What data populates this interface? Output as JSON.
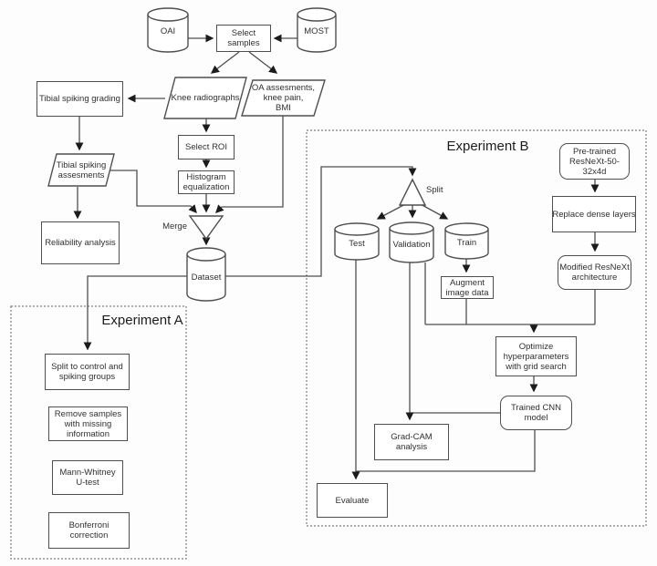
{
  "regions": {
    "experiment_a": {
      "title": "Experiment A"
    },
    "experiment_b": {
      "title": "Experiment B"
    }
  },
  "nodes": {
    "oai": "OAI",
    "most": "MOST",
    "select_samples": "Select\nsamples",
    "knee_radiographs": "Knee radiographs",
    "oa_assessments": "OA assesments,\nknee pain,\nBMI",
    "tibial_spiking_grading": "Tibial spiking grading",
    "select_roi": "Select ROI",
    "histogram_equalization": "Histogram\nequalization",
    "tibial_spiking_assesments": "Tibial spiking\nassesments",
    "reliability_analysis": "Reliability analysis",
    "merge": "Merge",
    "dataset": "Dataset",
    "split_control_groups": "Split to control and\nspiking groups",
    "remove_missing": "Remove samples\nwith missing\ninformation",
    "mann_whitney": "Mann-Whitney\nU-test",
    "bonferroni": "Bonferroni\ncorrection",
    "split": "Split",
    "test": "Test",
    "validation": "Validation",
    "train": "Train",
    "augment_image_data": "Augment\nimage data",
    "pretrained": "Pre-trained\nResNeXt-50-\n32x4d",
    "replace_dense": "Replace dense layers",
    "modified_resnext": "Modified ResNeXt\narchitecture",
    "optimize": "Optimize\nhyperparameters\nwith grid search",
    "trained_cnn": "Trained CNN\nmodel",
    "grad_cam": "Grad-CAM\nanalysis",
    "evaluate": "Evaluate"
  }
}
